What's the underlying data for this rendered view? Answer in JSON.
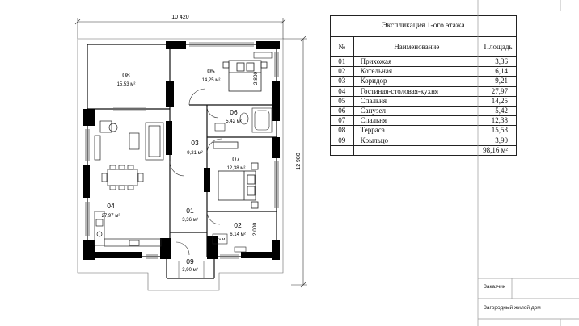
{
  "plan": {
    "overall_width": "10 420",
    "overall_height": "12 980",
    "rooms": [
      {
        "num": "01",
        "area": "3,36 м²"
      },
      {
        "num": "02",
        "area": "6,14 м²"
      },
      {
        "num": "03",
        "area": "9,21 м²"
      },
      {
        "num": "04",
        "area": "27,97 м²"
      },
      {
        "num": "05",
        "area": "14,25 м²"
      },
      {
        "num": "06",
        "area": "5,42 м²"
      },
      {
        "num": "07",
        "area": "12,38 м²"
      },
      {
        "num": "08",
        "area": "15,53 м²"
      },
      {
        "num": "09",
        "area": "3,90 м²"
      }
    ],
    "dims": {
      "bedroom5": "2 800",
      "boiler": "2 000"
    },
    "boiler_label": "Сч.М"
  },
  "table": {
    "title": "Экспликация 1-ого этажа",
    "headers": {
      "num": "№",
      "name": "Наименование",
      "area": "Площадь"
    },
    "rows": [
      {
        "num": "01",
        "name": "Прихожая",
        "area": "3,36"
      },
      {
        "num": "02",
        "name": "Котельная",
        "area": "6,14"
      },
      {
        "num": "03",
        "name": "Коридор",
        "area": "9,21"
      },
      {
        "num": "04",
        "name": "Гостиная-столовая-кухня",
        "area": "27,97"
      },
      {
        "num": "05",
        "name": "Спальня",
        "area": "14,25"
      },
      {
        "num": "06",
        "name": "Санузел",
        "area": "5,42"
      },
      {
        "num": "07",
        "name": "Спальня",
        "area": "12,38"
      },
      {
        "num": "08",
        "name": "Терраса",
        "area": "15,53"
      },
      {
        "num": "09",
        "name": "Крыльцо",
        "area": "3,90"
      }
    ],
    "total": "98,16 м²"
  },
  "stamp": {
    "client_label": "Заказчик",
    "project_name": "Загородный жилой дом"
  }
}
